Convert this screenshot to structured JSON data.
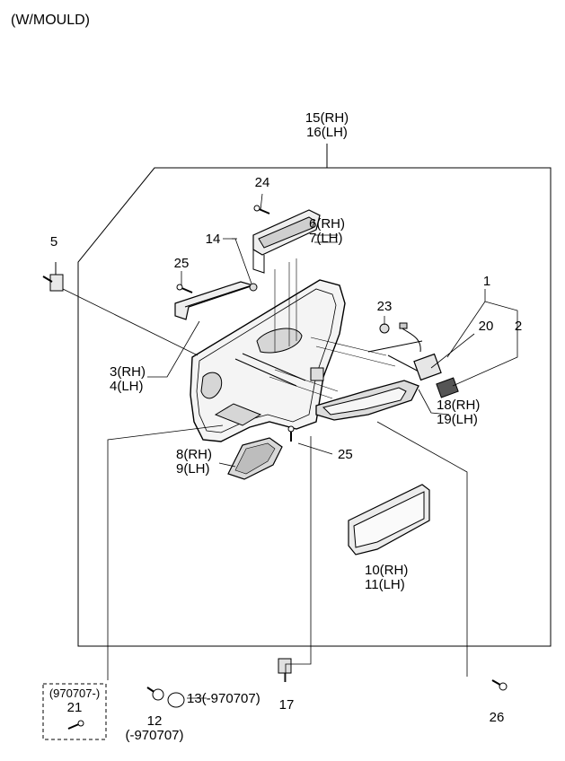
{
  "header": {
    "title": "(W/MOULD)"
  },
  "callouts": {
    "p1": "1",
    "p2": "2",
    "p3_4": [
      "3(RH)",
      "4(LH)"
    ],
    "p5": "5",
    "p6_7": [
      "6(RH)",
      "7(LH)"
    ],
    "p8_9": [
      "8(RH)",
      "9(LH)"
    ],
    "p10_11": [
      "10(RH)",
      "11(LH)"
    ],
    "p12": [
      "12",
      "(-970707)"
    ],
    "p13": "13(-970707)",
    "p14": "14",
    "p15_16": [
      "15(RH)",
      "16(LH)"
    ],
    "p17": "17",
    "p18_19": [
      "18(RH)",
      "19(LH)"
    ],
    "p20": "20",
    "p21": "21",
    "p21_date": "(970707-)",
    "p23": "23",
    "p24": "24",
    "p25_top": "25",
    "p25_mid": "25",
    "p26": "26"
  }
}
